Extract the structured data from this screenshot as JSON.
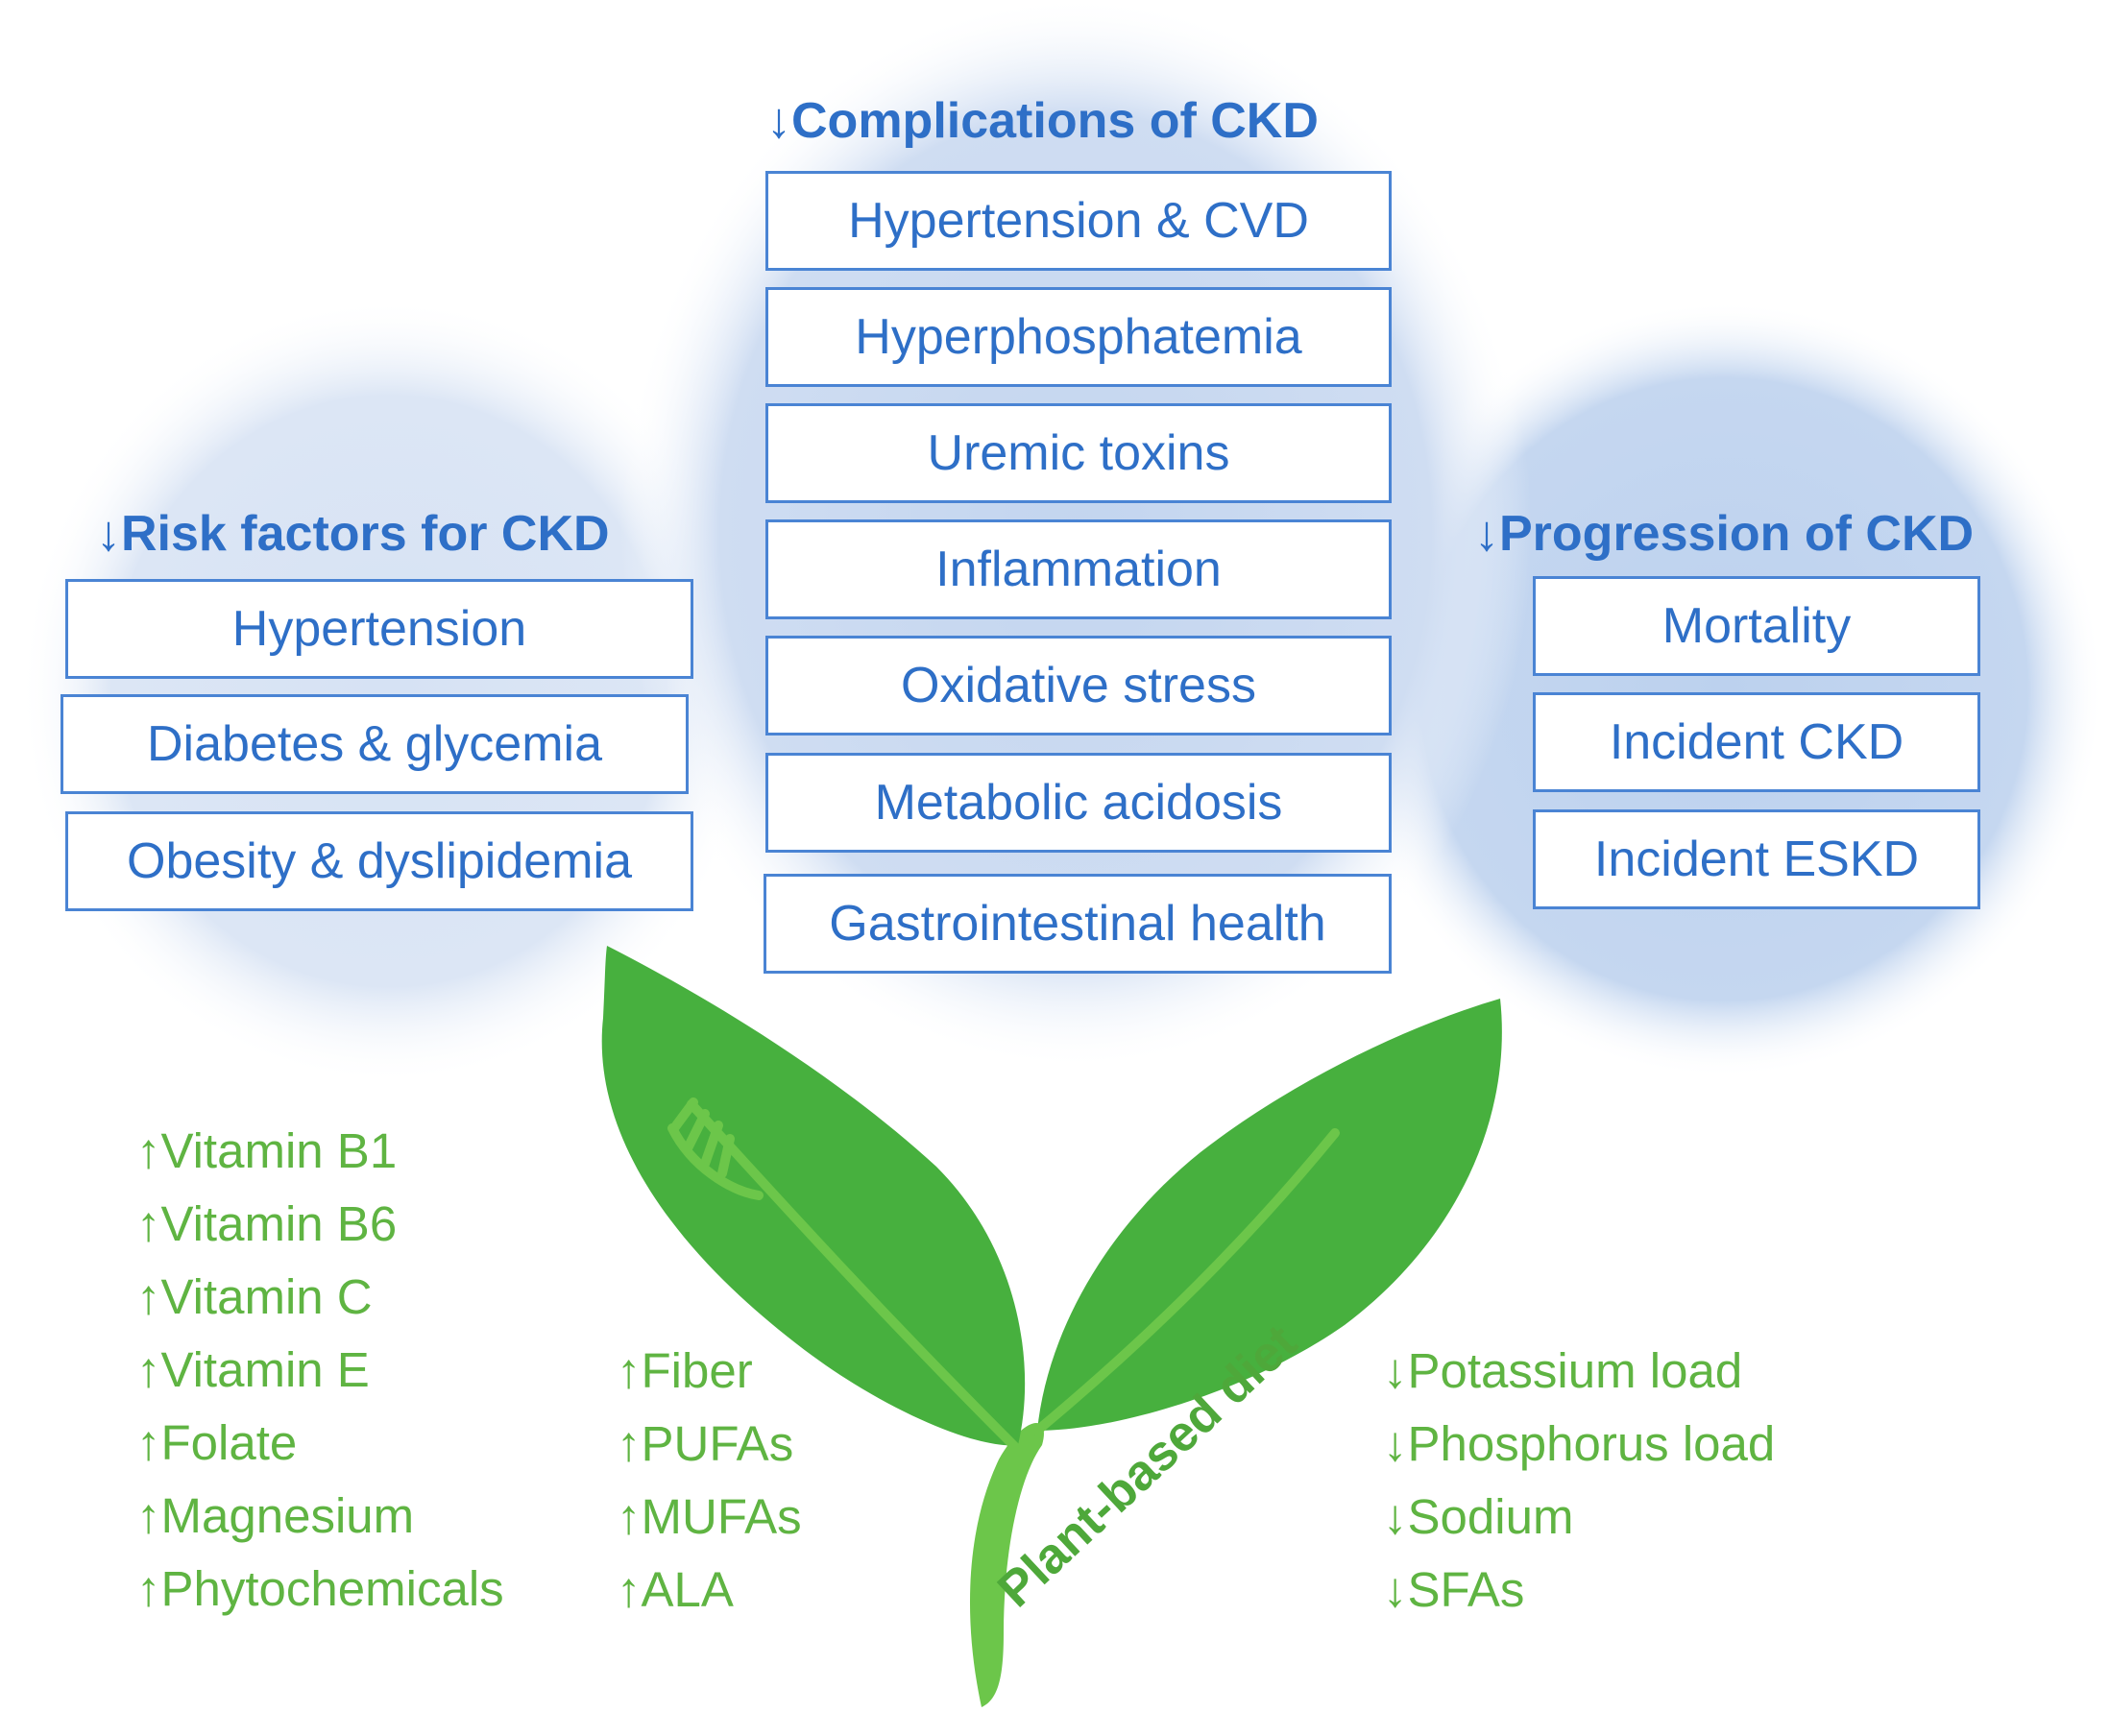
{
  "complications": {
    "title": "↓Complications of  CKD",
    "items": [
      "Hypertension & CVD",
      "Hyperphosphatemia",
      "Uremic toxins",
      "Inflammation",
      "Oxidative stress",
      "Metabolic acidosis",
      "Gastrointestinal health"
    ]
  },
  "risk_factors": {
    "title": "↓Risk factors for CKD",
    "items": [
      "Hypertension",
      "Diabetes & glycemia",
      "Obesity & dyslipidemia"
    ]
  },
  "progression": {
    "title": "↓Progression of  CKD",
    "items": [
      "Mortality",
      "Incident CKD",
      "Incident ESKD"
    ]
  },
  "diet": {
    "label": "Plant-based diet",
    "increased_vitamins": [
      "↑Vitamin B1",
      "↑Vitamin B6",
      "↑Vitamin C",
      "↑Vitamin E",
      "↑Folate",
      "↑Magnesium",
      "↑Phytochemicals"
    ],
    "increased_fats_fiber": [
      "↑Fiber",
      "↑PUFAs",
      "↑MUFAs",
      "↑ALA"
    ],
    "decreased": [
      "↓Potassium load",
      "↓Phosphorus load",
      "↓Sodium",
      "↓SFAs"
    ]
  },
  "colors": {
    "title_blue": "#2E6FC7",
    "box_border": "#4A84D4",
    "circle_blue": "#C9D9F0",
    "leaf_green": "#47B03E",
    "text_green": "#5FB442"
  }
}
